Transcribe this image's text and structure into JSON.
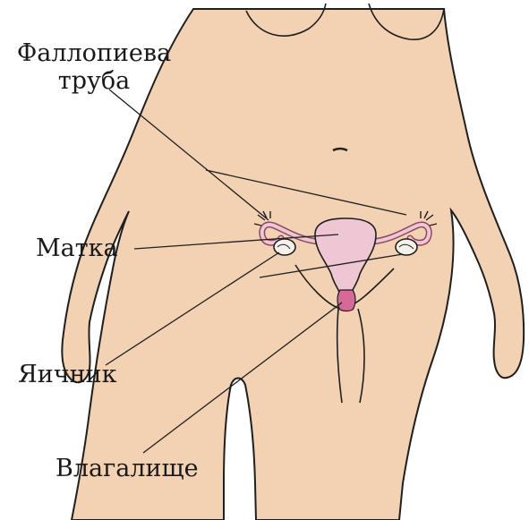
{
  "labels": {
    "fallopian_tube_line1": "Фаллопиева",
    "fallopian_tube_line2": "труба",
    "uterus": "Матка",
    "ovary": "Яичник",
    "vagina": "Влагалище"
  },
  "colors": {
    "skin": "#f3d1b3",
    "outline": "#1f1f1f",
    "organ": "#efc6d3",
    "organ_dark": "#d46a96",
    "ovary": "#f4f1ea"
  }
}
